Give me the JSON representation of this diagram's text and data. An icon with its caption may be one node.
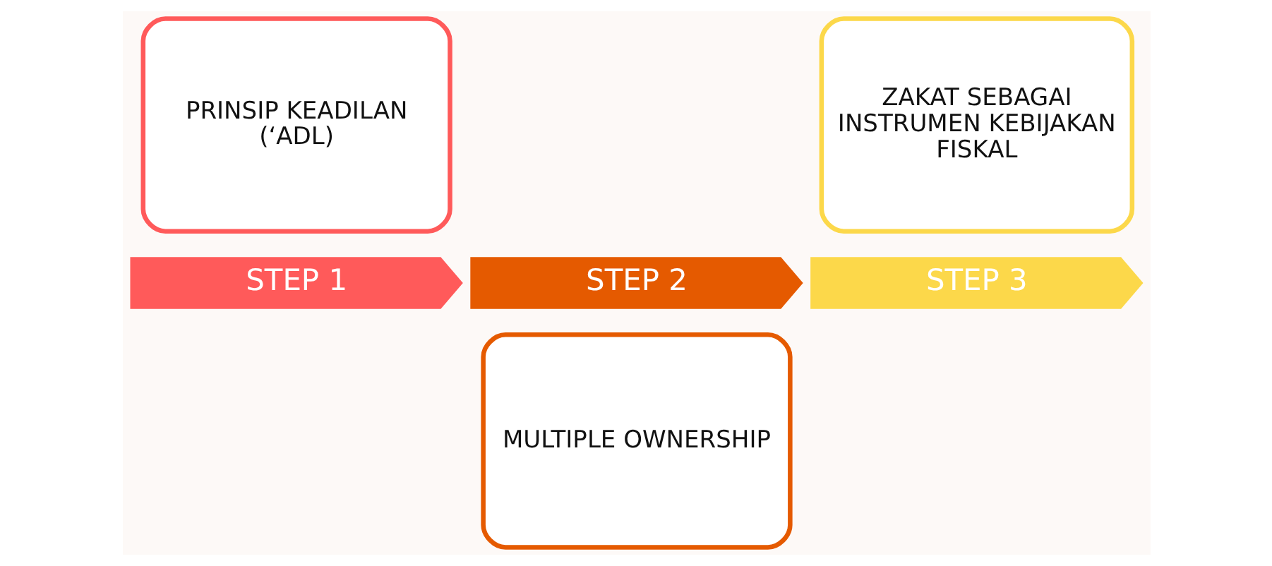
{
  "diagram": {
    "nodes": [
      {
        "text": [
          "PRINSIP KEADILAN (‘ADL)"
        ]
      },
      {
        "text": [
          "STEP 1"
        ]
      },
      {
        "text": [
          "STEP 2"
        ]
      },
      {
        "text": [
          "MULTIPLE OWNERSHIP"
        ]
      },
      {
        "text": [
          "ZAKAT SEBAGAI INSTRUMEN KEBIJAKAN FISKAL"
        ]
      },
      {
        "text": [
          "STEP 3"
        ]
      }
    ],
    "edges": []
  }
}
